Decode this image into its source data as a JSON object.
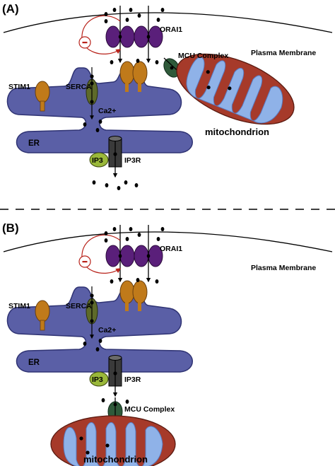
{
  "panels": [
    {
      "letter": "(A)",
      "labels": {
        "orai": "ORAI1",
        "membrane": "Plasma Membrane",
        "mcu": "MCU Complex",
        "stim": "STIM1",
        "serca": "SERCA",
        "ca": "Ca2+",
        "er": "ER",
        "ip3": "IP3",
        "ip3r": "IP3R",
        "mito": "mitochondrion",
        "minus": "-"
      }
    },
    {
      "letter": "(B)",
      "labels": {
        "orai": "ORAI1",
        "membrane": "Plasma Membrane",
        "mcu": "MCU Complex",
        "stim": "STIM1",
        "serca": "SERCA",
        "ca": "Ca2+",
        "er": "ER",
        "ip3": "IP3",
        "ip3r": "IP3R",
        "mito": "mitochondrion",
        "minus": "-"
      }
    }
  ],
  "colors": {
    "er_fill": "#5a5fa6",
    "er_stroke": "#2f3373",
    "orai": "#5a1f7a",
    "stim": "#c07a1a",
    "serca": "#5e6a2a",
    "mcu": "#2f5a3a",
    "ip3": "#9ab83a",
    "ip3r": "#3a3a3a",
    "mito_outer": "#a63a2a",
    "mito_inner": "#8fb2e8",
    "feedback": "#b8221a"
  }
}
